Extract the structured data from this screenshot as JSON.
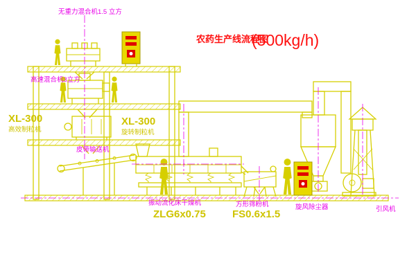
{
  "title": {
    "name": "农药生产线流程图",
    "capacity": "(500kg/h)"
  },
  "labels": {
    "top_mixer": "无重力混合机1.5 立方",
    "mid_mixer": "高速混合机3立方",
    "granulator_left_model": "XL-300",
    "granulator_left": "高效制粒机",
    "granulator_right_model": "XL-300",
    "granulator_right": "旋转制粒机",
    "belt_conveyor": "皮带输送机",
    "dryer": "振动流化床干燥机",
    "dryer_model": "ZLG6x0.75",
    "sifter": "方形筛粉机",
    "sifter_model": "FS0.6x1.5",
    "cyclone": "旋风除尘器",
    "induced_fan": "引风机"
  },
  "colors": {
    "line_yellow": "#d6cf00",
    "label_magenta": "#e800e8",
    "title_red": "#ff1010",
    "background": "#ffffff"
  }
}
